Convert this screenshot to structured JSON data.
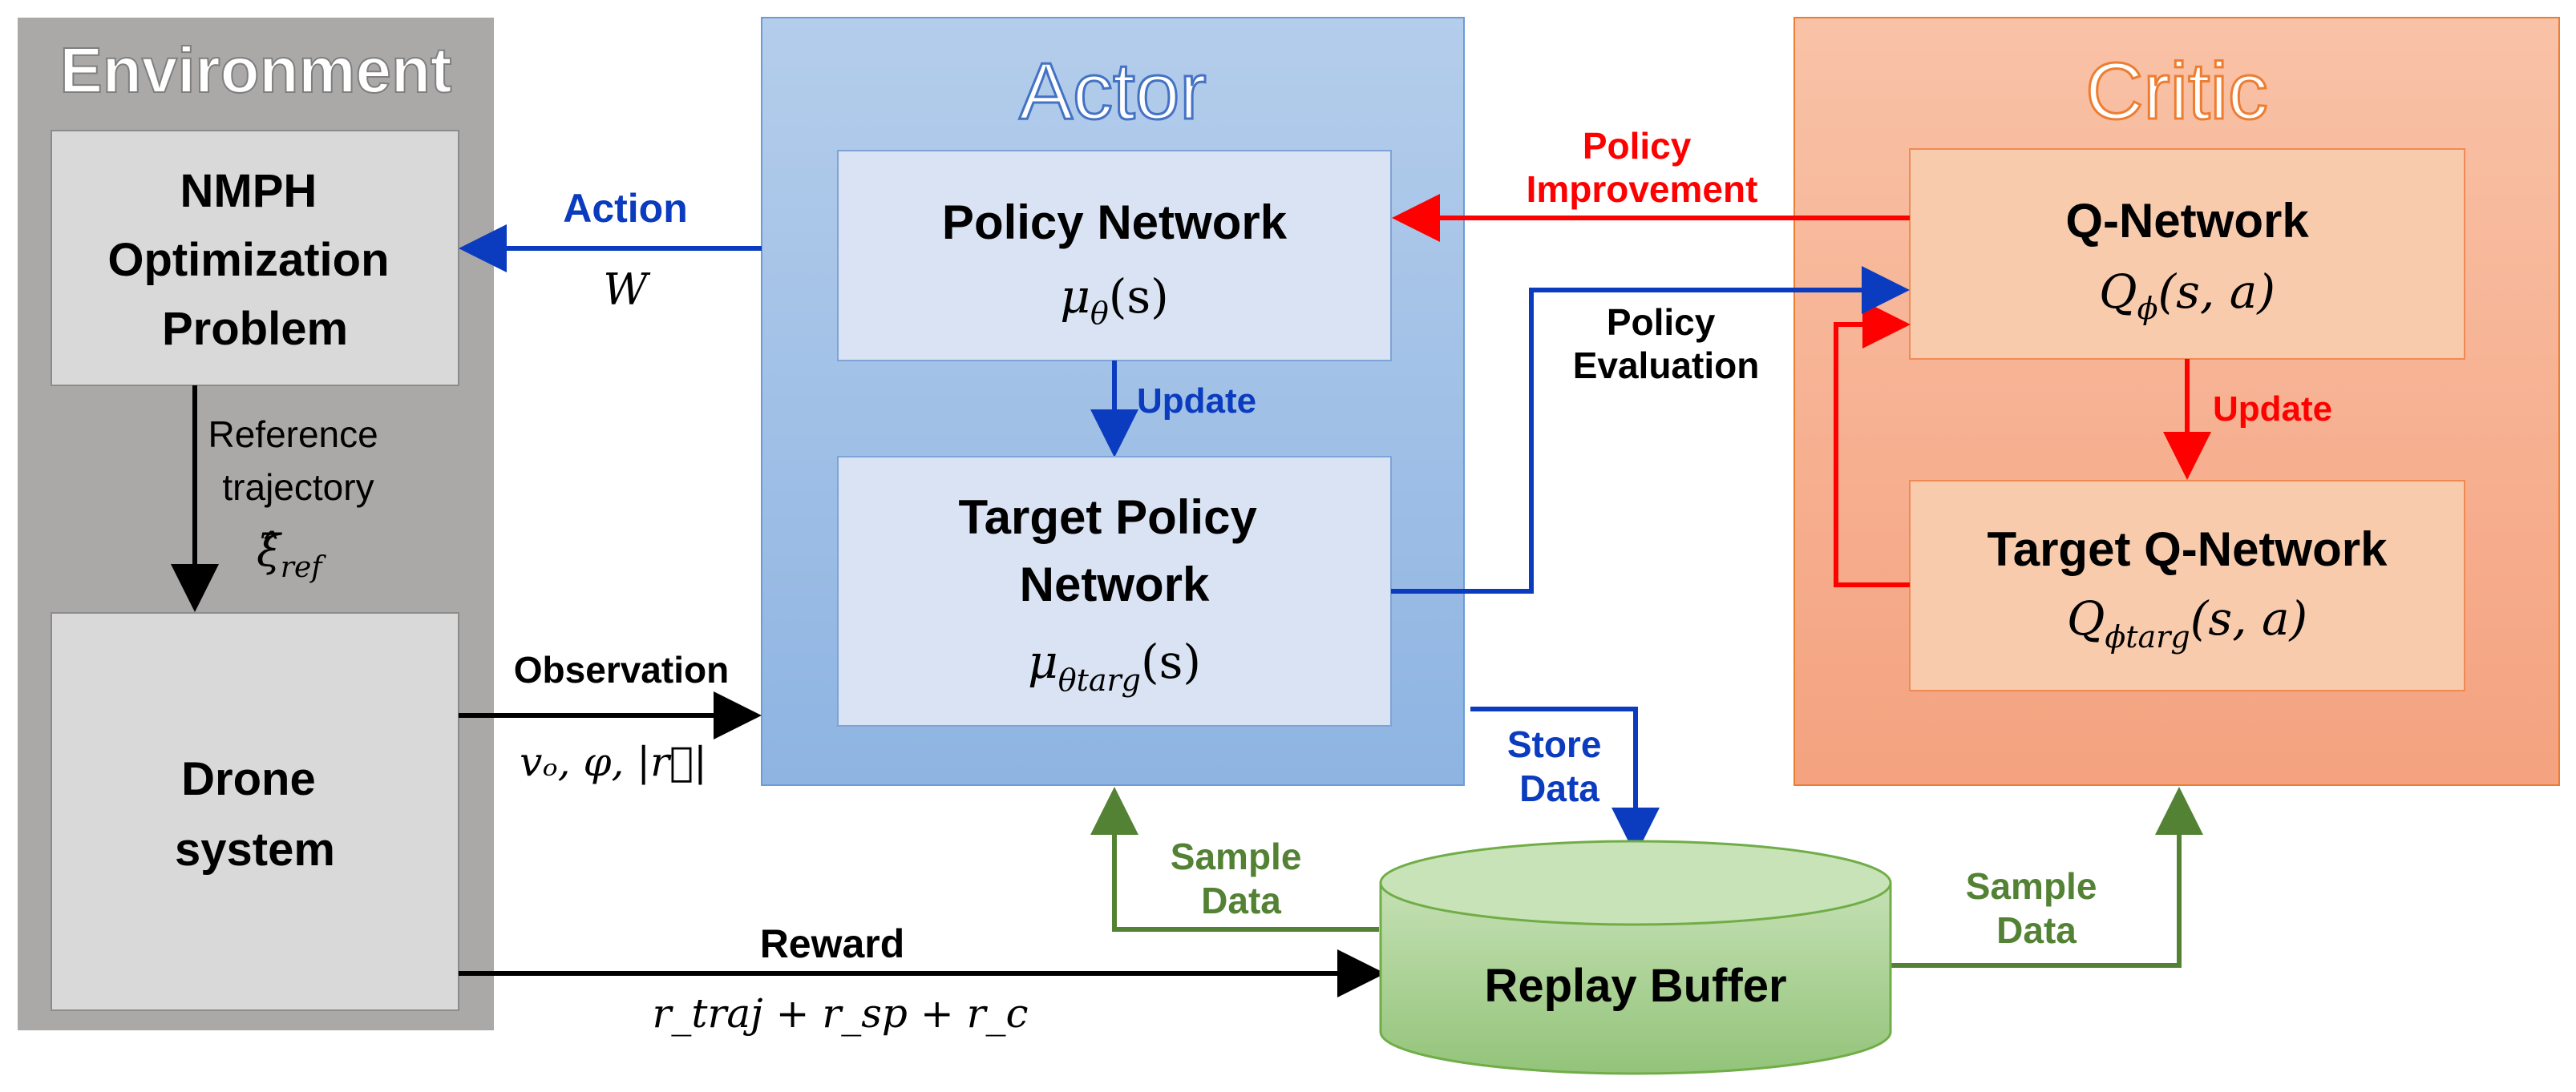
{
  "environment": {
    "title": "Environment",
    "nmph_box": {
      "lines": [
        "NMPH",
        "Optimization",
        "Problem"
      ]
    },
    "drone_box": {
      "lines": [
        "Drone",
        "system"
      ]
    },
    "reference": {
      "lines": [
        "Reference",
        "trajectory"
      ],
      "symbol": "ξ̂",
      "subscript": "ref"
    }
  },
  "actor": {
    "title": "Actor",
    "policy_network": {
      "label": "Policy Network",
      "symbol": "μ",
      "subscript": "θ",
      "args": "(s)"
    },
    "target_policy_network": {
      "lines": [
        "Target Policy",
        "Network"
      ],
      "symbol": "μ",
      "subscript": "θtarg",
      "args": "(s)"
    },
    "update_label": "Update"
  },
  "critic": {
    "title": "Critic",
    "q_network": {
      "label": "Q-Network",
      "symbol": "Q",
      "subscript": "ϕ",
      "args": "(s, a)"
    },
    "target_q_network": {
      "label": "Target Q-Network",
      "symbol": "Q",
      "subscript": "ϕtarg",
      "args": "(s, a)"
    },
    "update_label": "Update"
  },
  "flows": {
    "action": {
      "label": "Action",
      "value": "W"
    },
    "observation": {
      "label": "Observation",
      "value": "vₒ, φ, |r⃗|"
    },
    "reward": {
      "label": "Reward",
      "value": "r_traj + r_sp + r_c"
    },
    "policy_improvement": {
      "lines": [
        "Policy",
        "Improvement"
      ]
    },
    "policy_evaluation": {
      "lines": [
        "Policy",
        "Evaluation"
      ]
    },
    "store_data": {
      "lines": [
        "Store",
        "Data"
      ]
    },
    "sample_data_actor": {
      "lines": [
        "Sample",
        "Data"
      ]
    },
    "sample_data_critic": {
      "lines": [
        "Sample",
        "Data"
      ]
    }
  },
  "replay_buffer": {
    "label": "Replay Buffer"
  },
  "colors": {
    "environment_bg": "#ABA8A8",
    "gray_box": "#D9D9D9",
    "actor_bg": "#9FC0E6",
    "actor_box": "#DAE3F3",
    "critic_bg": "#F6AF8E",
    "critic_box": "#F9CBAD",
    "blue_arrow": "#0B3BBE",
    "red_arrow": "#FF0000",
    "green_arrow": "#548235",
    "buffer_fill": "#A9D18E"
  }
}
